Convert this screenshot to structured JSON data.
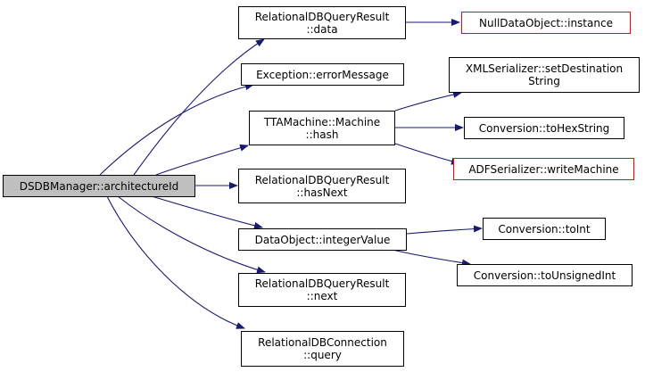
{
  "colors": {
    "edge": "#191970",
    "node_border": "#000000",
    "node_border_external": "#ff0000",
    "root_fill": "#bfbfbf",
    "node_fill": "#ffffff"
  },
  "nodes": {
    "root": {
      "lines": [
        "DSDBManager::architectureId"
      ]
    },
    "rdb_data": {
      "lines": [
        "RelationalDBQueryResult",
        "::data"
      ]
    },
    "null_instance": {
      "lines": [
        "NullDataObject::instance"
      ]
    },
    "exception": {
      "lines": [
        "Exception::errorMessage"
      ]
    },
    "tta_hash": {
      "lines": [
        "TTAMachine::Machine",
        "::hash"
      ]
    },
    "xml_set": {
      "lines": [
        "XMLSerializer::setDestination",
        "String"
      ]
    },
    "to_hex": {
      "lines": [
        "Conversion::toHexString"
      ]
    },
    "adf_write": {
      "lines": [
        "ADFSerializer::writeMachine"
      ]
    },
    "rdb_hasnext": {
      "lines": [
        "RelationalDBQueryResult",
        "::hasNext"
      ]
    },
    "int_value": {
      "lines": [
        "DataObject::integerValue"
      ]
    },
    "to_int": {
      "lines": [
        "Conversion::toInt"
      ]
    },
    "to_uint": {
      "lines": [
        "Conversion::toUnsignedInt"
      ]
    },
    "rdb_next": {
      "lines": [
        "RelationalDBQueryResult",
        "::next"
      ]
    },
    "rdb_query": {
      "lines": [
        "RelationalDBConnection",
        "::query"
      ]
    }
  }
}
